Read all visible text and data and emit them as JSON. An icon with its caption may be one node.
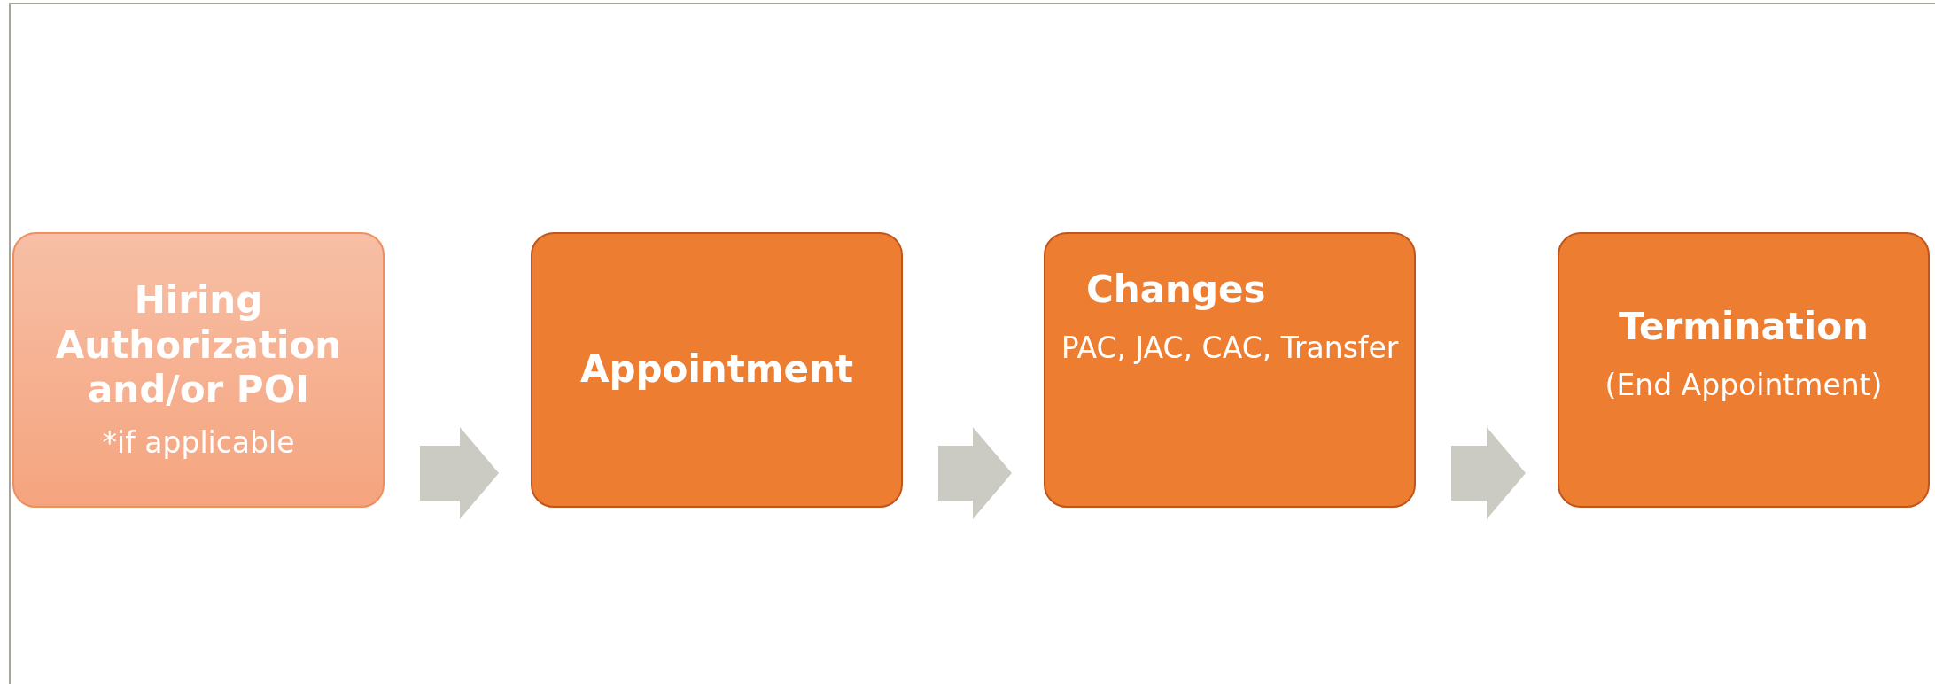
{
  "diagram": {
    "nodes": [
      {
        "text": [
          "Hiring Authorization and/or POI",
          "*if applicable"
        ]
      },
      {
        "text": [
          "Appointment"
        ]
      },
      {
        "text": [
          "Changes",
          "PAC, JAC, CAC, Transfer"
        ]
      },
      {
        "text": [
          "Termination",
          "(End Appointment)"
        ]
      }
    ],
    "edges": [
      {
        "from": 0,
        "to": 1,
        "arrow": "to"
      },
      {
        "from": 1,
        "to": 2,
        "arrow": "to"
      },
      {
        "from": 2,
        "to": 3,
        "arrow": "to"
      }
    ]
  }
}
